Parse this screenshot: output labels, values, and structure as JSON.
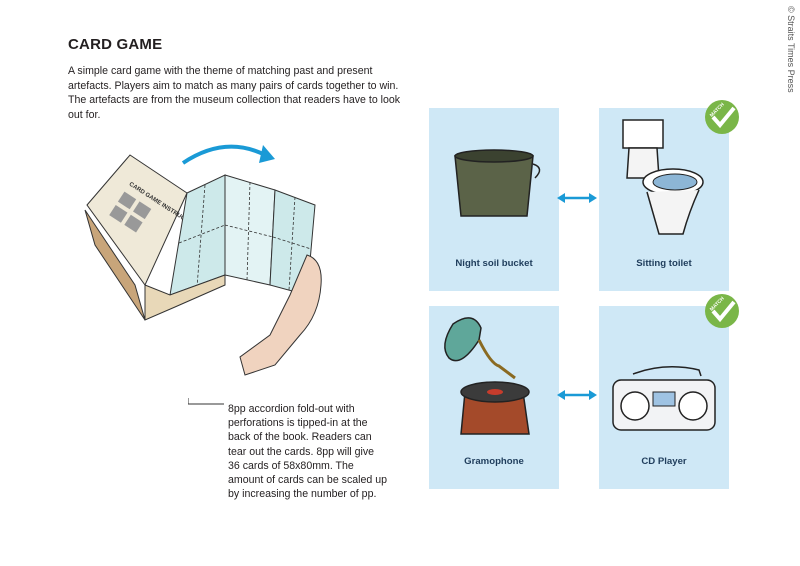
{
  "title": "CARD GAME",
  "intro": "A simple card game with the theme of matching past and present artefacts. Players aim to match as many pairs of cards together to win. The artefacts are from the museum collection that readers have to look out for.",
  "copyright": "© Straits Times Press",
  "booklet_label": "CARD GAME INSTRUCTIONS",
  "callout": "8pp accordion fold-out with perforations is tipped-in at the back of the book. Readers can tear out the cards. 8pp will give 36 cards of 58x80mm. The amount of cards can be scaled up by increasing the number of pp.",
  "cards": {
    "night_soil": "Night soil bucket",
    "toilet": "Sitting toilet",
    "gramophone": "Gramophone",
    "cd_player": "CD Player"
  },
  "match_label": "MATCH",
  "colors": {
    "card_bg": "#cfe8f6",
    "arrow": "#1a9ad6",
    "badge": "#7ab648"
  }
}
